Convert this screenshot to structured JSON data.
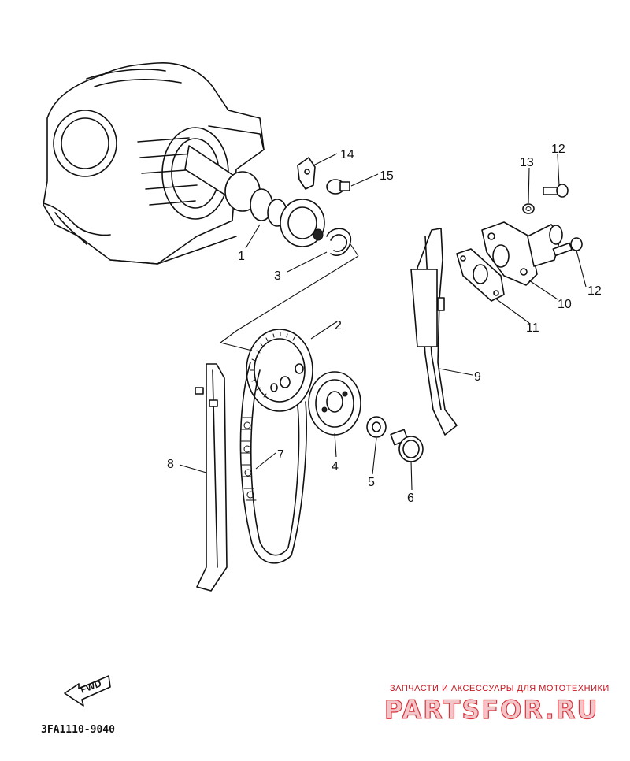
{
  "diagram": {
    "code": "3FA1110-9040",
    "direction_badge": "FWD",
    "callouts": [
      {
        "id": "1",
        "label": "1"
      },
      {
        "id": "2",
        "label": "2"
      },
      {
        "id": "3",
        "label": "3"
      },
      {
        "id": "4",
        "label": "4"
      },
      {
        "id": "5",
        "label": "5"
      },
      {
        "id": "6",
        "label": "6"
      },
      {
        "id": "7",
        "label": "7"
      },
      {
        "id": "8",
        "label": "8"
      },
      {
        "id": "9",
        "label": "9"
      },
      {
        "id": "10",
        "label": "10"
      },
      {
        "id": "11",
        "label": "11"
      },
      {
        "id": "12a",
        "label": "12"
      },
      {
        "id": "12b",
        "label": "12"
      },
      {
        "id": "13",
        "label": "13"
      },
      {
        "id": "14",
        "label": "14"
      },
      {
        "id": "15",
        "label": "15"
      }
    ]
  },
  "watermark": {
    "tagline": "ЗАПЧАСТИ И АКСЕССУАРЫ ДЛЯ МОТОТЕХНИКИ",
    "brand": "PARTSFOR.RU",
    "color": "#c8141e"
  }
}
